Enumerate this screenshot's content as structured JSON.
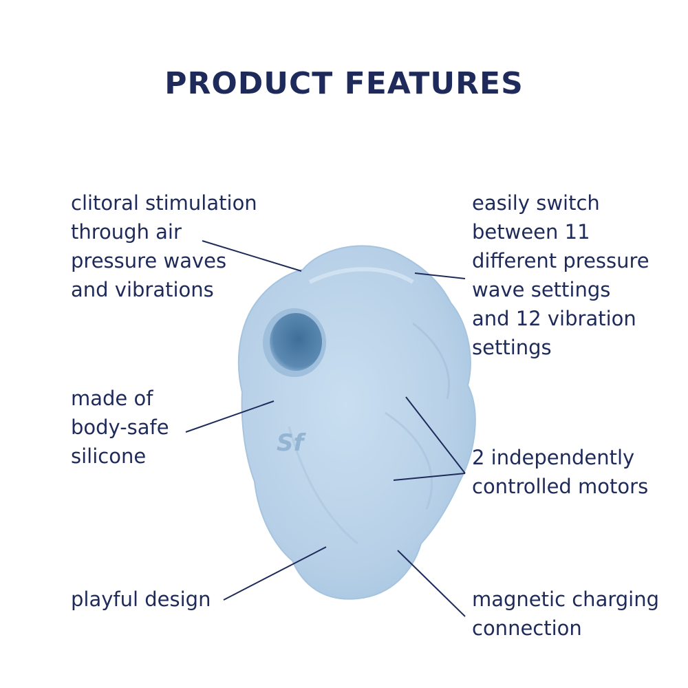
{
  "header": {
    "title": "PRODUCT FEATURES"
  },
  "colors": {
    "text": "#1e2a5a",
    "product": "#b9d2e8",
    "product_shadow": "#8fb3d3",
    "hole": "#5f8cb4"
  },
  "features": {
    "air_pressure": {
      "lines": [
        "clitoral stimulation",
        "through air",
        "pressure waves",
        "and vibrations"
      ]
    },
    "settings": {
      "lines": [
        "easily switch",
        "between 11",
        "different pressure",
        "wave settings",
        "and 12 vibration",
        "settings"
      ]
    },
    "silicone": {
      "lines": [
        "made of",
        "body-safe",
        "silicone"
      ]
    },
    "motors": {
      "lines": [
        "2 independently",
        "controlled motors"
      ]
    },
    "design": {
      "lines": [
        "playful design"
      ]
    },
    "charging": {
      "lines": [
        "magnetic charging",
        "connection"
      ]
    }
  },
  "product": {
    "logo": "Sf"
  }
}
